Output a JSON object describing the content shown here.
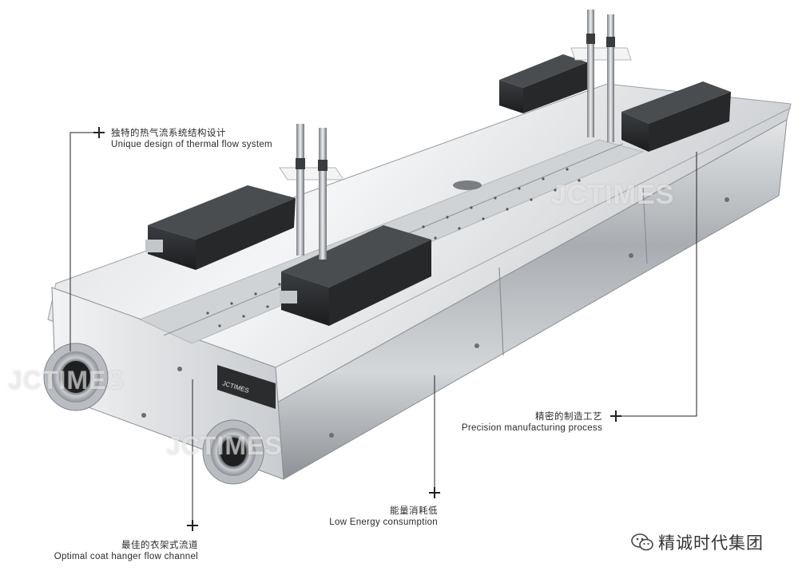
{
  "callouts": {
    "thermal": {
      "cn": "独特的热气流系统结构设计",
      "en": "Unique design of thermal flow system"
    },
    "precision": {
      "cn": "精密的制造工艺",
      "en": "Precision manufacturing process"
    },
    "energy": {
      "cn": "能量消耗低",
      "en": "Low Energy consumption"
    },
    "hanger": {
      "cn": "最佳的衣架式流道",
      "en": "Optimal coat hanger  flow channel"
    }
  },
  "plate_label": "JCTIMES",
  "watermarks": {
    "main": "JCTIMES",
    "left": "JCTIMES",
    "bottom": "JCTIMES"
  },
  "brand": {
    "text": "精诚时代集团",
    "icon": "wechat-icon"
  },
  "colors": {
    "steel_light": "#e6e8ea",
    "steel_dark": "#8f9397",
    "box": "#2a2c2e",
    "line": "#222222"
  }
}
